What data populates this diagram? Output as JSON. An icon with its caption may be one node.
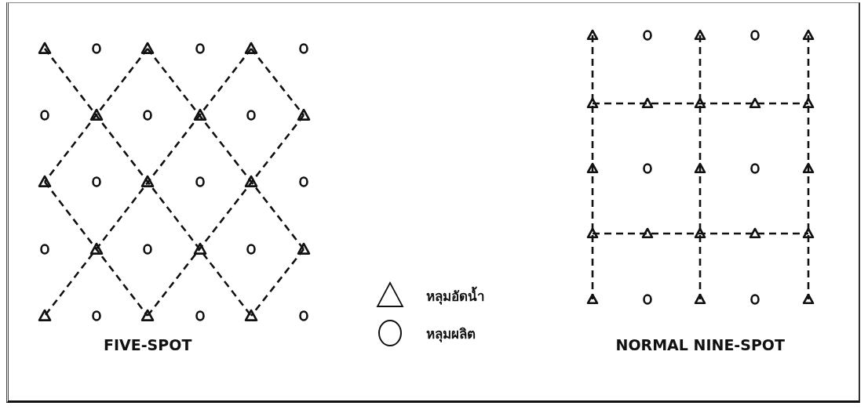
{
  "diagram": {
    "labels": [
      "FIVE-SPOT",
      "NORMAL NINE-SPOT"
    ],
    "legend": [
      {
        "text": "หลุมอัดน้ำ"
      },
      {
        "text": "หลุมผลิต"
      }
    ]
  }
}
